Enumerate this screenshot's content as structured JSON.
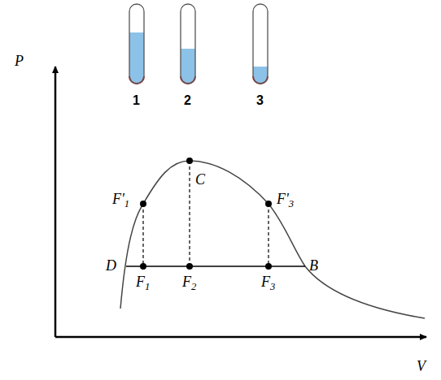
{
  "diagram": {
    "labels": [
      "P",
      "V",
      "1",
      "2",
      "3",
      "F'1",
      "C",
      "F'3",
      "D",
      "F1",
      "F2",
      "F3",
      "B"
    ]
  }
}
